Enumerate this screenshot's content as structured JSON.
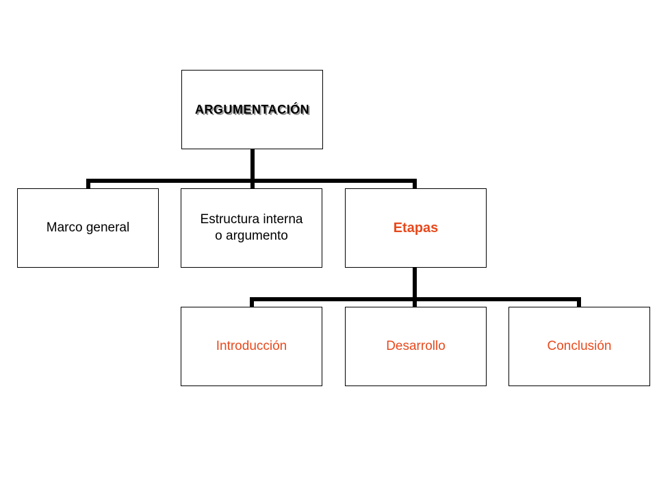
{
  "diagram": {
    "root": {
      "label": "ARGUMENTACIÓN"
    },
    "level1": [
      {
        "label": "Marco general"
      },
      {
        "label": "Estructura interna\n o argumento"
      },
      {
        "label": "Etapas"
      }
    ],
    "level2": [
      {
        "label": "Introducción"
      },
      {
        "label": "Desarrollo"
      },
      {
        "label": "Conclusión"
      }
    ]
  },
  "colors": {
    "accent": "#e8491c",
    "line": "#000000",
    "text": "#000000"
  }
}
